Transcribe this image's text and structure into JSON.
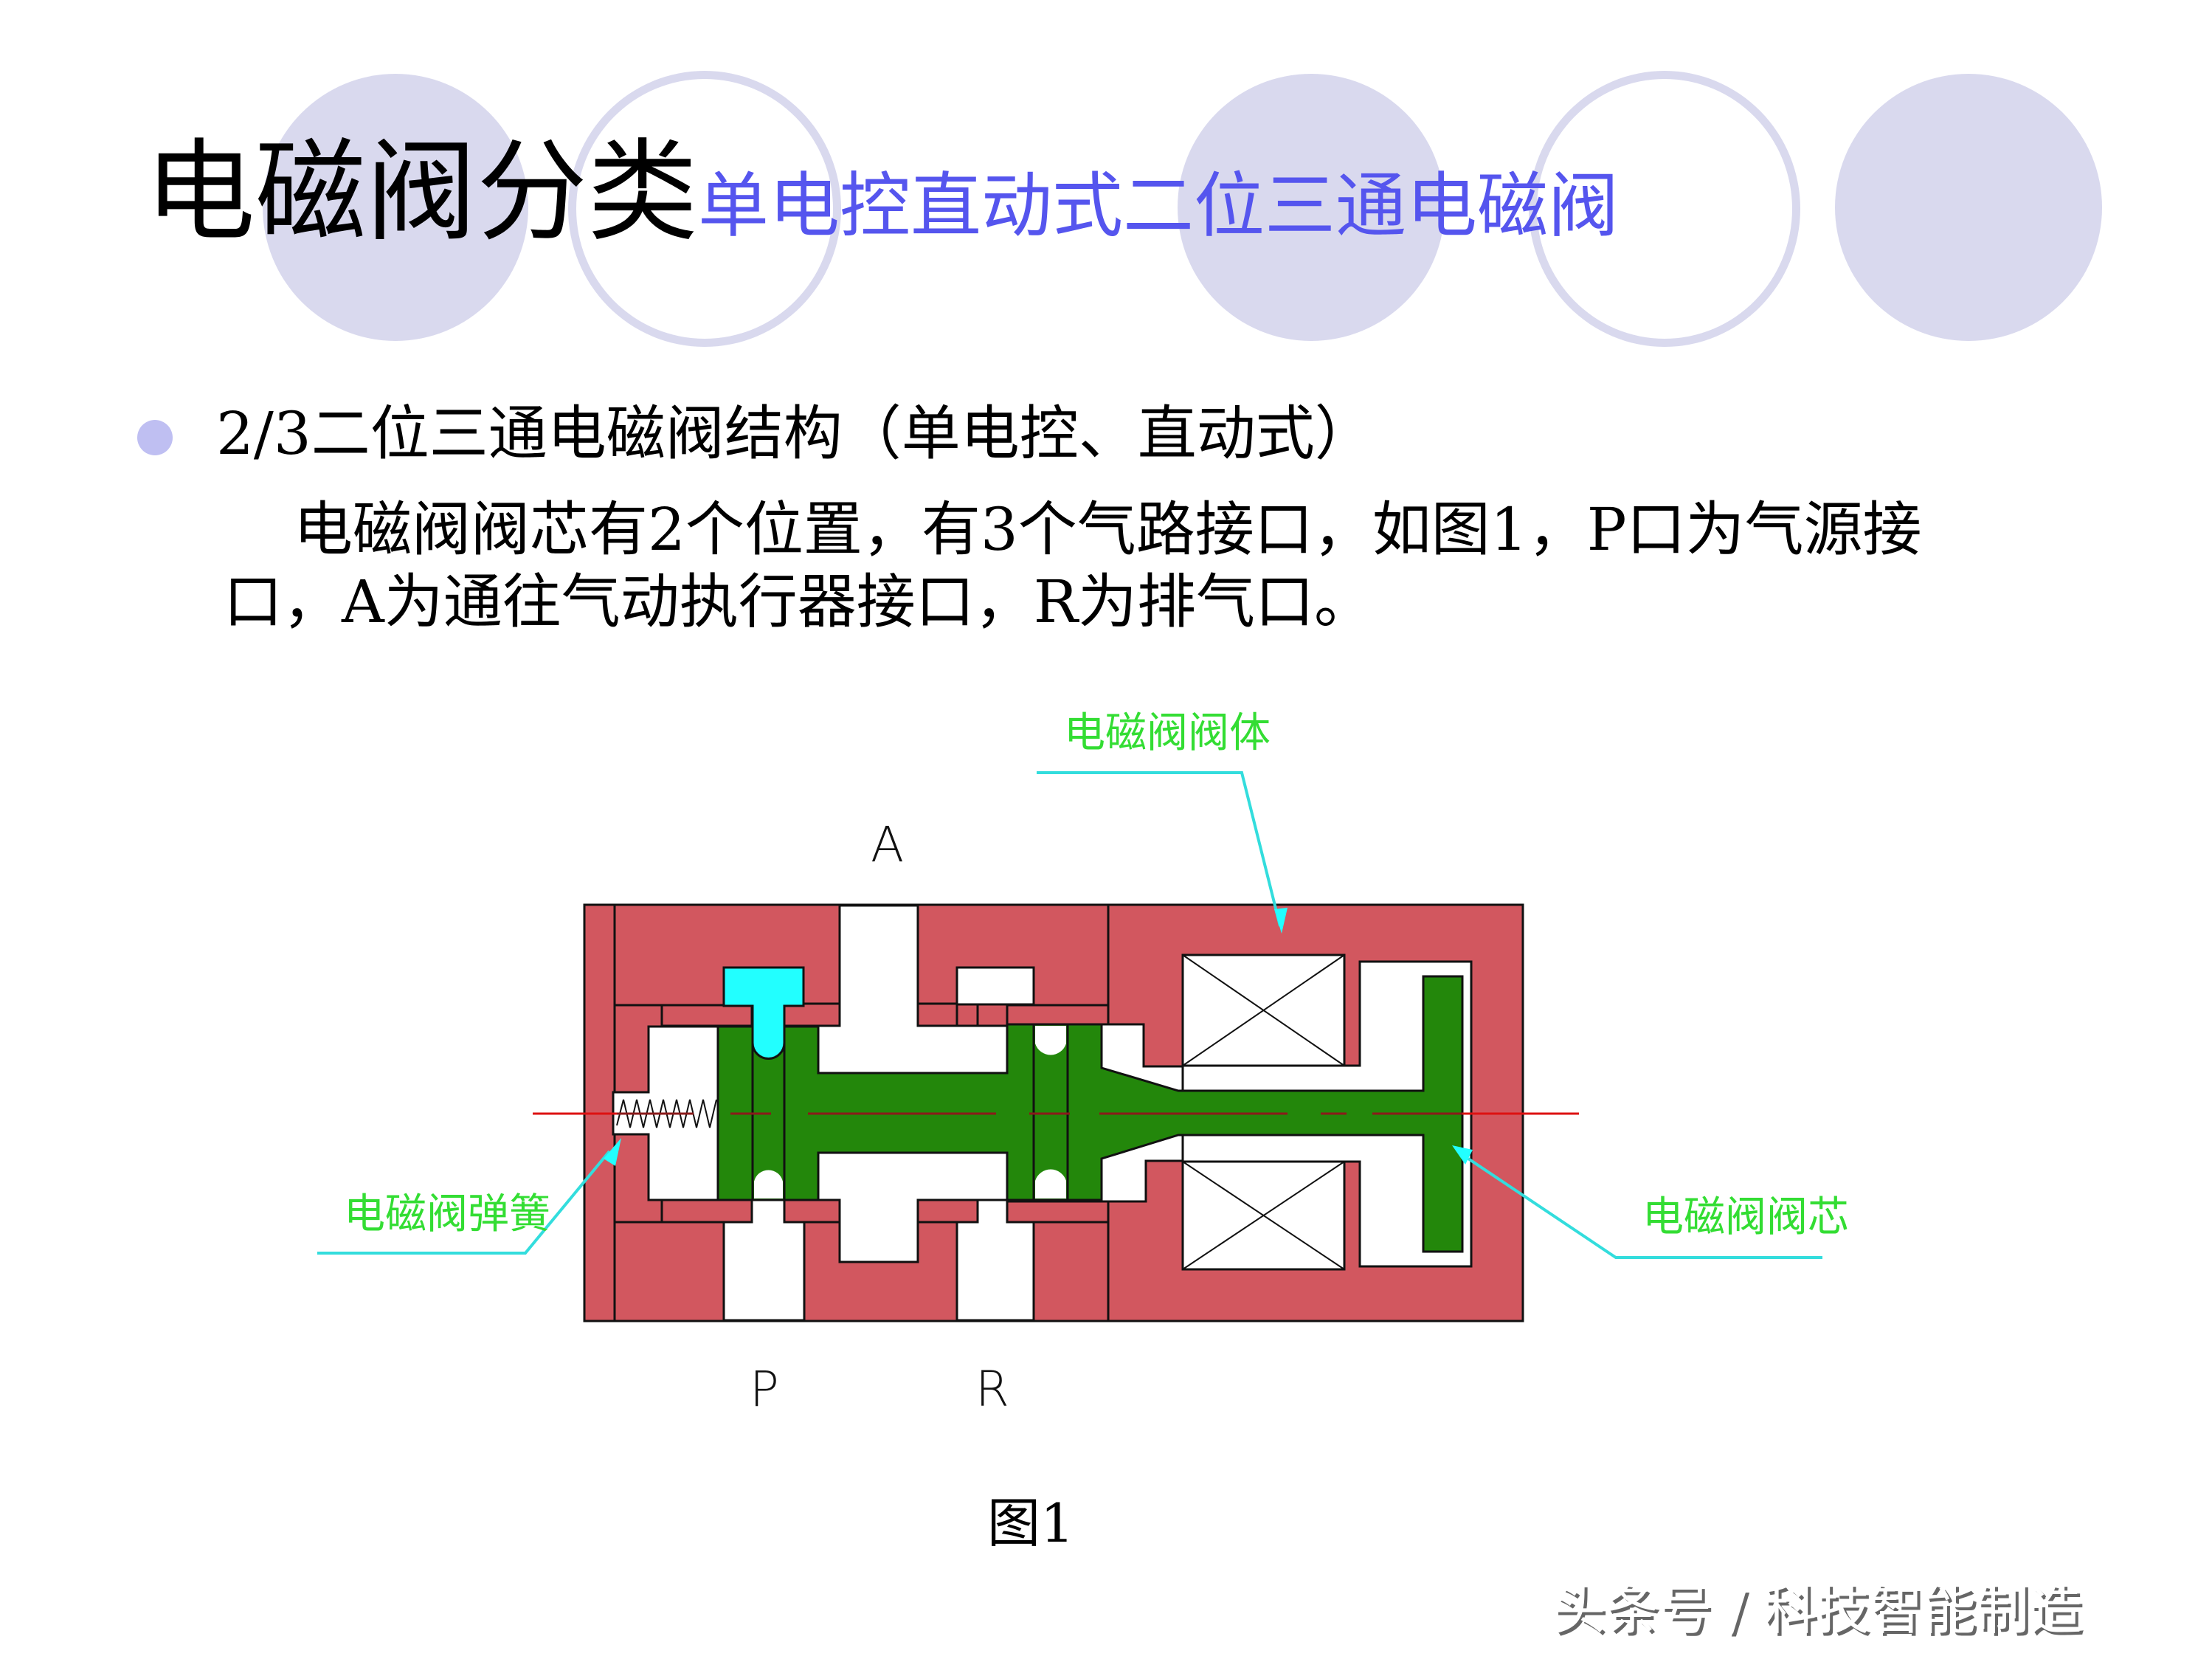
{
  "slide": {
    "title": "电磁阀分类",
    "subtitle": "单电控直动式二位三通电磁阀",
    "bullet": "2/3二位三通电磁阀结构（单电控、直动式）",
    "body_line1": "电磁阀阀芯有2个位置，有3个气路接口，如图1，P口为气源接",
    "body_line2": "口，A为通往气动执行器接口，R为排气口。",
    "caption": "图1",
    "watermark": "头条号 / 科技智能制造"
  },
  "diagram": {
    "ports": {
      "top": "A",
      "bottom_left": "P",
      "bottom_right": "R"
    },
    "callouts": {
      "body": "电磁阀阀体",
      "spring": "电磁阀弹簧",
      "core": "电磁阀阀芯"
    },
    "colors": {
      "valve_body": "#d2575f",
      "spool": "#23870b",
      "seal": "#22ffff",
      "leader": "#33dddd",
      "callout_text": "#33dd33",
      "centerline": "#dd1111",
      "decor": "#d9d9ee",
      "subtitle": "#5555ee",
      "bullet": "#bfbff2"
    }
  }
}
